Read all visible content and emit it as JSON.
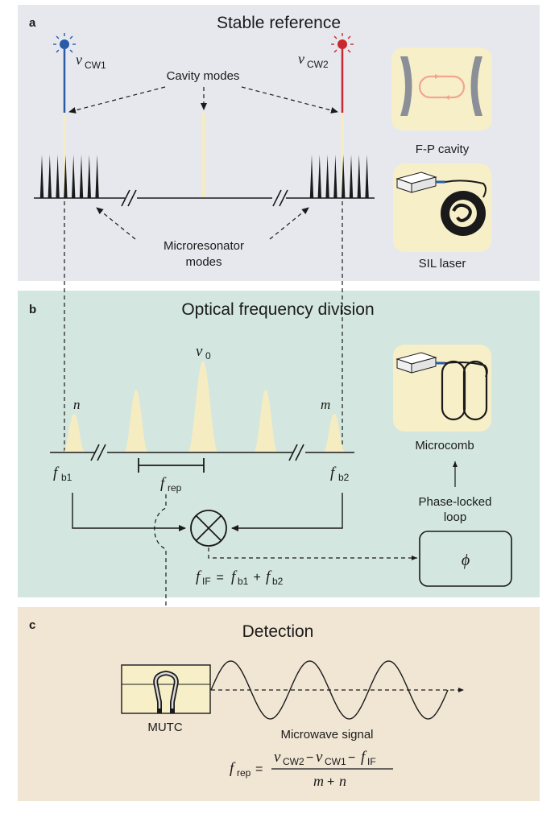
{
  "panel_a": {
    "letter": "a",
    "title": "Stable reference",
    "nu_cw1": {
      "sym": "ν",
      "sub": "CW1"
    },
    "nu_cw2": {
      "sym": "ν",
      "sub": "CW2"
    },
    "cavity_modes": "Cavity modes",
    "microresonator_line1": "Microresonator",
    "microresonator_line2": "modes",
    "fp_cavity": "F-P cavity",
    "sil_laser": "SIL laser"
  },
  "panel_b": {
    "letter": "b",
    "title": "Optical frequency division",
    "nu0": {
      "sym": "ν",
      "sub": "0"
    },
    "n": "n",
    "m": "m",
    "fb1": {
      "sym": "f",
      "sub": "b1"
    },
    "fb2": {
      "sym": "f",
      "sub": "b2"
    },
    "frep": {
      "sym": "f",
      "sub": "rep"
    },
    "microcomb": "Microcomb",
    "pll_line1": "Phase-locked",
    "pll_line2": "loop",
    "phi": "ϕ",
    "fif_eq": {
      "lhs": "f",
      "lhs_sub": "IF",
      "eq": " = ",
      "t1": "f",
      "t1_sub": "b1",
      "plus": " + ",
      "t2": "f",
      "t2_sub": "b2"
    }
  },
  "panel_c": {
    "letter": "c",
    "title": "Detection",
    "mutc": "MUTC",
    "microwave_signal": "Microwave signal",
    "formula": {
      "lhs": "f",
      "lhs_sub": "rep",
      "eq": "=",
      "num_a": "ν",
      "num_a_sub": "CW2",
      "minus1": "−",
      "num_b": "ν",
      "num_b_sub": "CW1",
      "minus2": "−",
      "num_c": "f",
      "num_c_sub": "IF",
      "den_a": "m",
      "den_plus": "+",
      "den_b": "n"
    }
  },
  "colors": {
    "panel_a_bg": "#e6e8ee",
    "panel_b_bg": "#d3e6df",
    "panel_c_bg": "#f1e6d4",
    "inset_bg": "#f7efc8",
    "blue_laser": "#2a5aa8",
    "red_laser": "#c8282e",
    "cavity_mode": "#f3ecc4",
    "peak_fill": "#f5ecc2"
  }
}
